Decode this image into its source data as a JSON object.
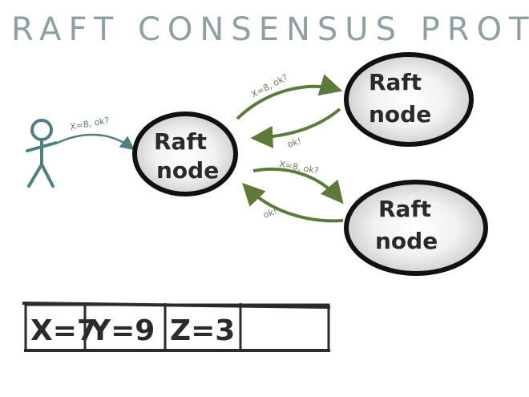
{
  "title": "RAFT CONSENSUS PROTOCOL",
  "nodes": [
    {
      "label_line1": "Raft",
      "label_line2": "node"
    },
    {
      "label_line1": "Raft",
      "label_line2": "node"
    },
    {
      "label_line1": "Raft",
      "label_line2": "node"
    }
  ],
  "messages": {
    "client_to_leader": "X=8, ok?",
    "leader_to_top": "X=8, ok?",
    "top_to_leader": "ok!",
    "leader_to_bottom": "X=8, ok?",
    "bottom_to_leader": "ok!"
  },
  "log_cells": [
    "X=7",
    "Y=9",
    "Z=3",
    ""
  ],
  "colors": {
    "title": "#8fa0a3",
    "client": "#4f7f85",
    "arrows": "#5d7a3a",
    "node_outline": "#111111"
  }
}
